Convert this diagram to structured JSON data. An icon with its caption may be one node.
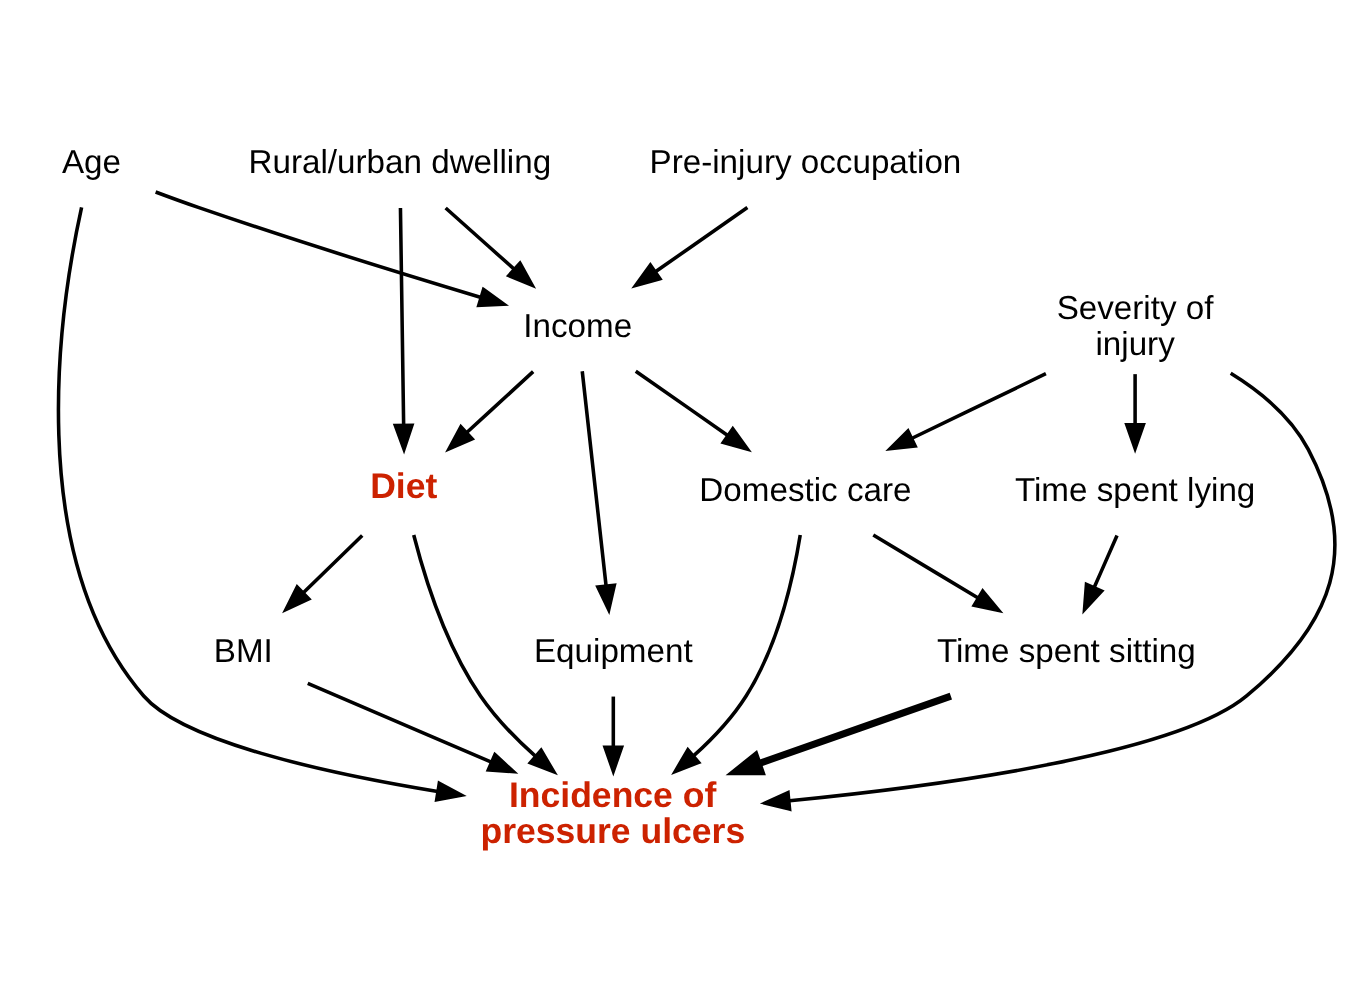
{
  "diagram": {
    "nodes": [
      {
        "text": [
          "Pre-injury occupation"
        ]
      },
      {
        "text": [
          "Rural/urban dwelling"
        ]
      },
      {
        "text": [
          "Age"
        ]
      },
      {
        "text": [
          "Income"
        ]
      },
      {
        "text": [
          "Diet"
        ]
      },
      {
        "text": [
          "BMI"
        ]
      },
      {
        "text": [
          "Equipment"
        ]
      },
      {
        "text": [
          "Domestic care"
        ]
      },
      {
        "text": [
          "Incidence of pressure ulcers"
        ]
      },
      {
        "text": [
          "Time spent sitting"
        ]
      },
      {
        "text": [
          "Severity of injury"
        ]
      },
      {
        "text": [
          "Time spent lying"
        ]
      }
    ],
    "edges": [
      {
        "from": 0,
        "to": 3,
        "arrow": "to"
      },
      {
        "from": 1,
        "to": 3,
        "arrow": "to"
      },
      {
        "from": 1,
        "to": 4,
        "arrow": "to"
      },
      {
        "from": 2,
        "to": 3,
        "arrow": "to"
      },
      {
        "from": 2,
        "to": 8,
        "arrow": "to"
      },
      {
        "from": 3,
        "to": 4,
        "arrow": "to"
      },
      {
        "from": 3,
        "to": 6,
        "arrow": "to"
      },
      {
        "from": 3,
        "to": 7,
        "arrow": "to"
      },
      {
        "from": 4,
        "to": 5,
        "arrow": "to"
      },
      {
        "from": 4,
        "to": 8,
        "arrow": "to"
      },
      {
        "from": 5,
        "to": 8,
        "arrow": "to"
      },
      {
        "from": 6,
        "to": 8,
        "arrow": "to"
      },
      {
        "from": 7,
        "to": 8,
        "arrow": "to"
      },
      {
        "from": 7,
        "to": 9,
        "arrow": "to"
      },
      {
        "from": 9,
        "to": 8,
        "arrow": "to",
        "style": "thick"
      },
      {
        "from": 10,
        "to": 8,
        "arrow": "to"
      },
      {
        "from": 10,
        "to": 7,
        "arrow": "to"
      },
      {
        "from": 10,
        "to": 11,
        "arrow": "to"
      },
      {
        "from": 11,
        "to": 9,
        "arrow": "to"
      }
    ]
  }
}
